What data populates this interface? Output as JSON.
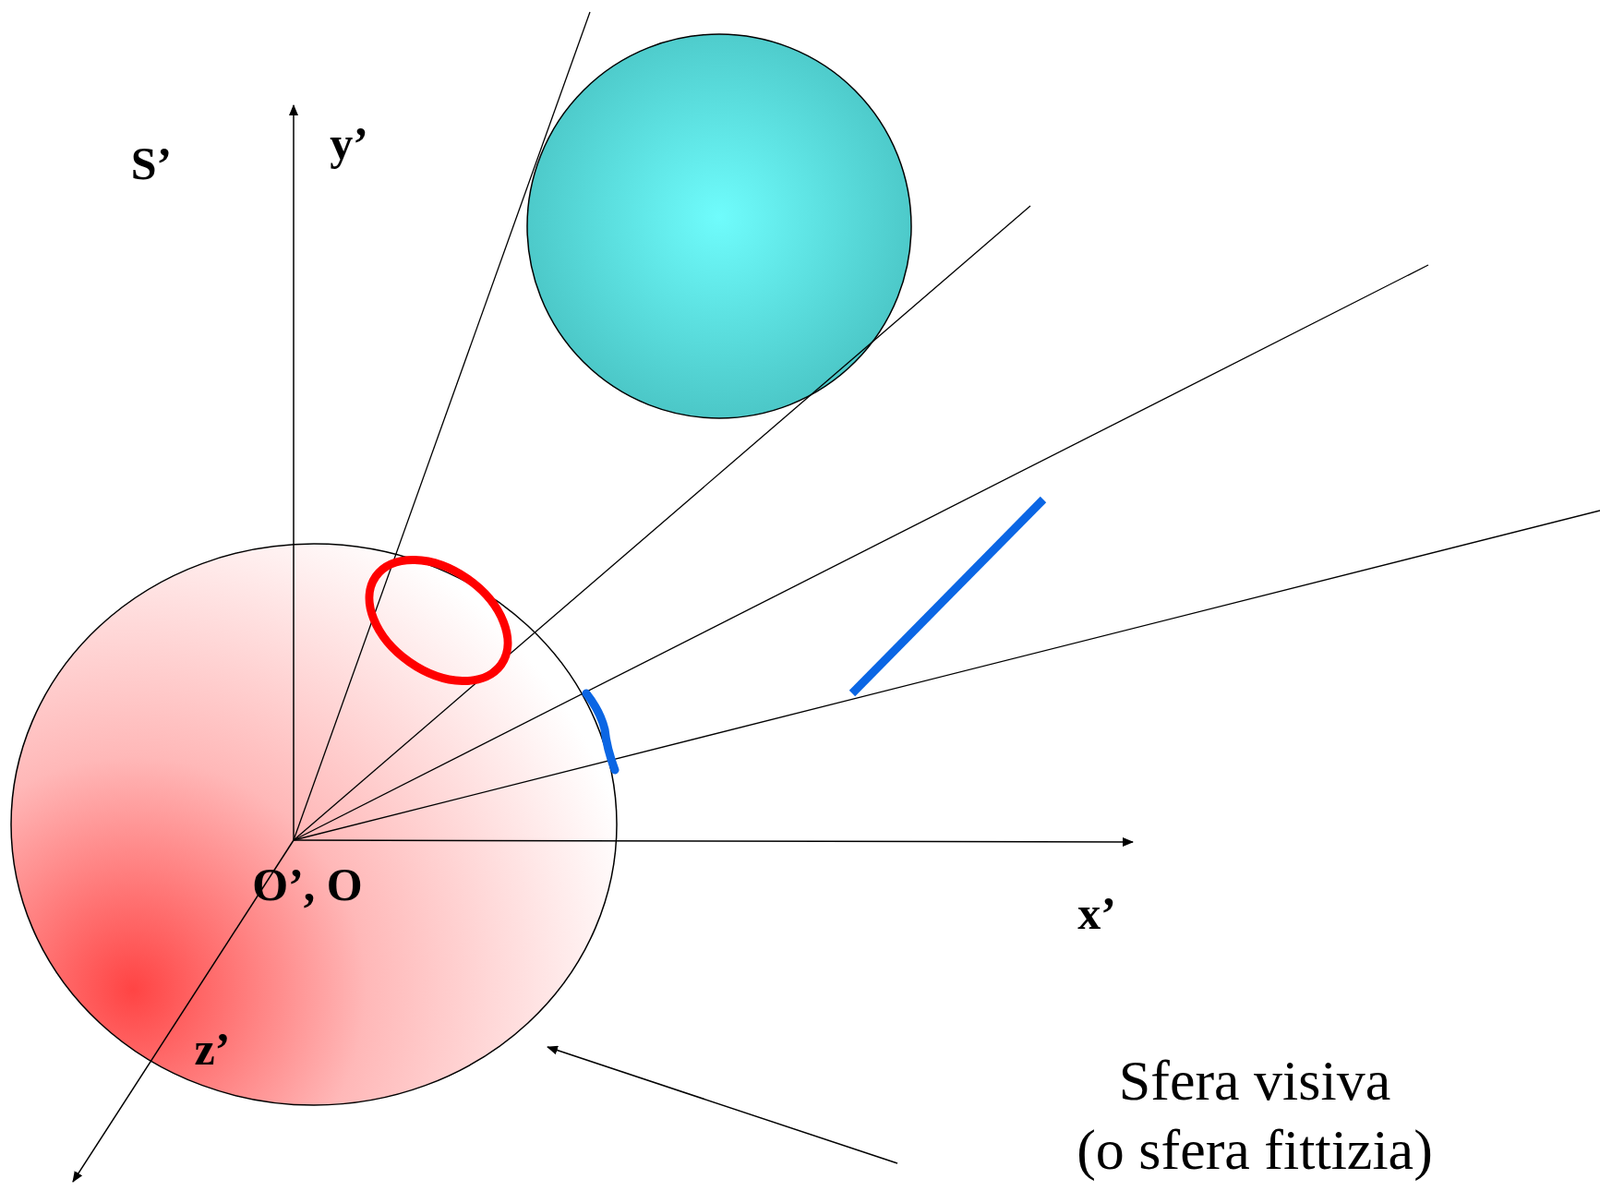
{
  "diagram": {
    "labels": [
      "S’",
      "y’",
      "O’, O",
      "x’",
      "z’",
      "Sfera visiva",
      "(o sfera fittizia)"
    ]
  }
}
